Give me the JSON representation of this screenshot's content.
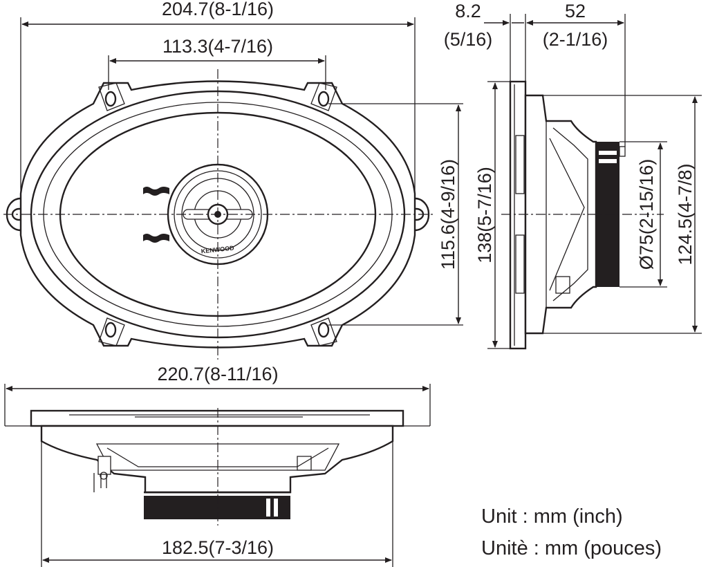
{
  "front_view": {
    "overall_width": "204.7(8-1/16)",
    "hole_spacing": "113.3(4-7/16)",
    "hole_vertical": "115.6(4-9/16)",
    "brand": "KENWOOD"
  },
  "side_view": {
    "flange_thickness_mm": "8.2",
    "flange_thickness_in": "(5/16)",
    "mount_depth_mm": "52",
    "mount_depth_in": "(2-1/16)",
    "overall_height": "138(5-7/16)",
    "magnet_diameter": "Ø75(2-15/16)",
    "cutout_height": "124.5(4-7/8)"
  },
  "bottom_view": {
    "flange_width": "220.7(8-11/16)",
    "basket_width": "182.5(7-3/16)"
  },
  "units": {
    "english": "Unit : mm (inch)",
    "french": "Unitè : mm (pouces)"
  }
}
